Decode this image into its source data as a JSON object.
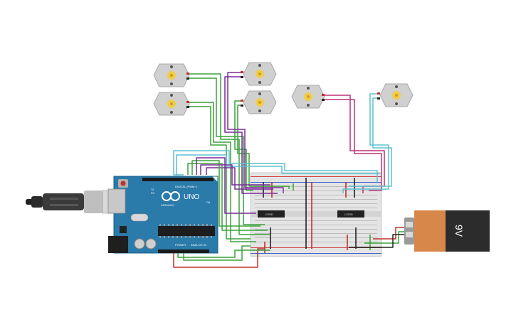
{
  "arduino": {
    "brand": "UNO",
    "logo_text": "ARDUINO",
    "header_digital": "DIGITAL (PWM~)",
    "header_power": "POWER",
    "header_analog": "ANALOG IN",
    "tx_label": "TX",
    "rx_label": "RX",
    "on_label": "ON"
  },
  "driver_chips": [
    {
      "label": "L293D"
    },
    {
      "label": "L293D"
    }
  ],
  "battery": {
    "label": "9V"
  },
  "colors": {
    "board": "#2a7aaa",
    "battery_cap": "#d8874a",
    "battery_body": "#2c2c2c",
    "motor_body": "#d0d0d0",
    "motor_shaft": "#f1cc4a",
    "wire_green": "#3aa23a",
    "wire_purple": "#7a2a9a",
    "wire_magenta": "#c0307a",
    "wire_cyan": "#5bc0d0",
    "wire_red": "#c0302a",
    "wire_black": "#222222"
  },
  "icons": [
    "usb-cable-icon",
    "dc-motor-icon",
    "battery-icon",
    "ic-chip-icon"
  ]
}
